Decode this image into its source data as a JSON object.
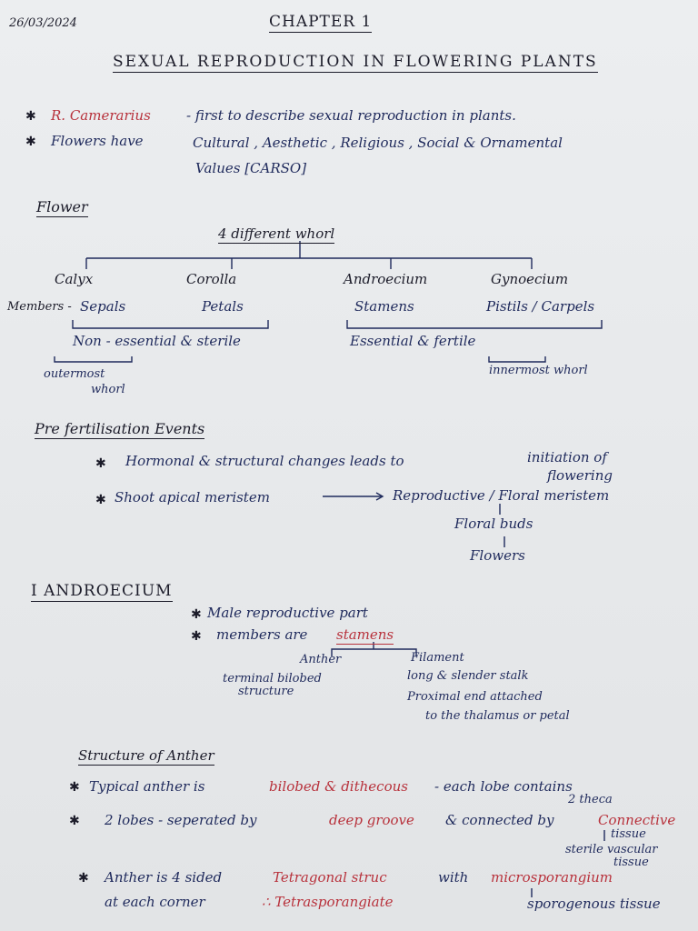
{
  "date": "26/03/2024",
  "chapter": "CHAPTER 1",
  "title": "SEXUAL REPRODUCTION IN FLOWERING PLANTS",
  "intro": {
    "b1_name": "R. Camerarius",
    "b1_text": "- first to describe sexual reproduction in plants.",
    "b2_text": "Flowers have",
    "b2_values": "Cultural , Aesthetic , Religious , Social & Ornamental",
    "b2_values2": "Values [CARSO]"
  },
  "flower": {
    "heading": "Flower",
    "whorl": "4 different whorl",
    "calyx": "Calyx",
    "corolla": "Corolla",
    "androecium": "Androecium",
    "gynoecium": "Gynoecium",
    "members": "Members -",
    "sepals": "Sepals",
    "petals": "Petals",
    "stamens": "Stamens",
    "pistils": "Pistils / Carpels",
    "nonessential": "Non - essential & sterile",
    "essential": "Essential & fertile",
    "outermost": "outermost",
    "outermost2": "whorl",
    "innermost": "innermost whorl"
  },
  "prefert": {
    "heading": "Pre fertilisation Events",
    "b1a": "Hormonal & structural changes leads to",
    "b1b": "initiation of",
    "b1c": "flowering",
    "b2a": "Shoot apical meristem",
    "b2b": "Reproductive / Floral meristem",
    "b2c": "Floral buds",
    "b2d": "Flowers"
  },
  "androecium": {
    "heading": "I ANDROECIUM",
    "b1": "Male reproductive part",
    "b2a": "members are",
    "b2b": "stamens",
    "anther": "Anther",
    "filament": "Filament",
    "terminal": "terminal bilobed",
    "structure": "structure",
    "long": "long & slender stalk",
    "proximal": "Proximal end attached",
    "thalamus": "to the thalamus or petal"
  },
  "anther": {
    "heading": "Structure of Anther",
    "b1a": "Typical anther is",
    "b1b": "bilobed & dithecous",
    "b1c": "- each lobe contains",
    "b1d": "2 theca",
    "b2a": "2 lobes - seperated by",
    "b2b": "deep groove",
    "b2c": "& connected by",
    "b2d": "Connective",
    "b2e": "tissue",
    "b2f": "sterile vascular",
    "b2g": "tissue",
    "b3a": "Anther is 4 sided",
    "b3b": "Tetragonal struc",
    "b3c": "with",
    "b3d": "microsporangium",
    "b4a": "at each corner",
    "b4b": "∴ Tetrasporangiate",
    "b4c": "sporogenous tissue"
  }
}
